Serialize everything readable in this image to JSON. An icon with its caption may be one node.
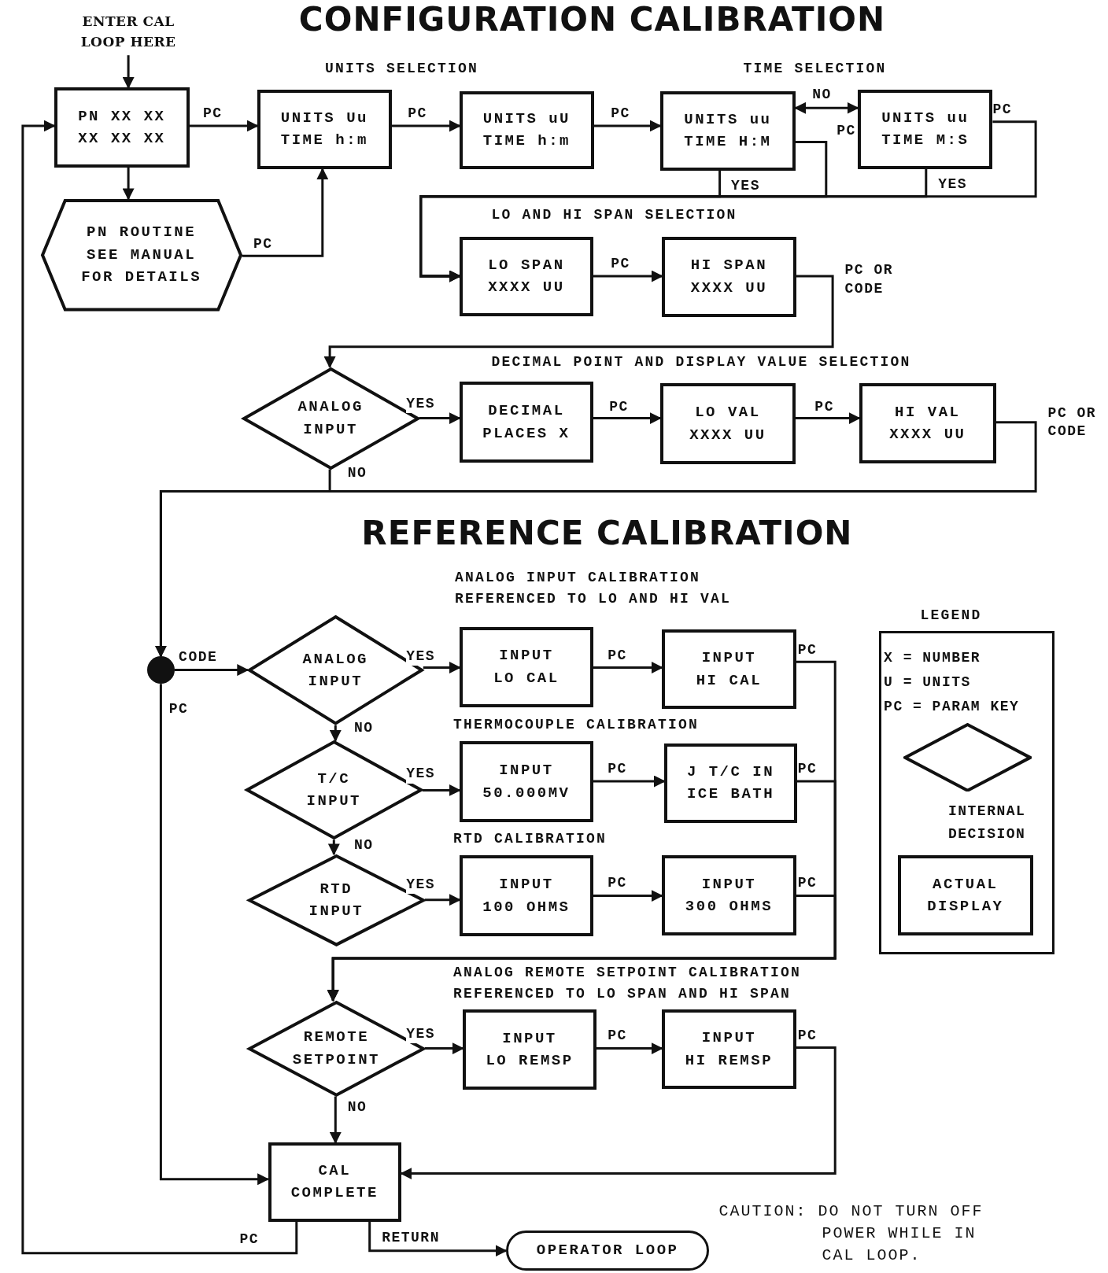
{
  "diagram": {
    "title": "CONFIGURATION CALIBRATION",
    "nodes": [
      {
        "text": [
          "ENTER CAL LOOP HERE"
        ]
      },
      {
        "text": [
          "PN XX XX XX XX XX"
        ]
      },
      {
        "text": [
          "PN ROUTINE SEE MANUAL FOR DETAILS"
        ]
      },
      {
        "text": [
          "UNITS Uu TIME h:m"
        ]
      },
      {
        "text": [
          "UNITS uU TIME h:m"
        ]
      },
      {
        "text": [
          "UNITS uu TIME H:M"
        ]
      },
      {
        "text": [
          "UNITS uu TIME M:S"
        ]
      },
      {
        "text": [
          "LO SPAN XXXX UU"
        ]
      },
      {
        "text": [
          "HI SPAN XXXX UU"
        ]
      },
      {
        "text": [
          "ANALOG INPUT"
        ]
      },
      {
        "text": [
          "DECIMAL PLACES X"
        ]
      },
      {
        "text": [
          "LO VAL XXXX UU"
        ]
      },
      {
        "text": [
          "HI VAL XXXX UU"
        ]
      },
      {
        "text": [],
        "shape": "circle"
      },
      {
        "text": [
          "ANALOG INPUT"
        ]
      },
      {
        "text": [
          "INPUT LO CAL"
        ]
      },
      {
        "text": [
          "INPUT HI CAL"
        ]
      },
      {
        "text": [
          "T/C INPUT"
        ]
      },
      {
        "text": [
          "INPUT 50.000MV"
        ]
      },
      {
        "text": [
          "J T/C IN ICE BATH"
        ]
      },
      {
        "text": [
          "RTD INPUT"
        ]
      },
      {
        "text": [
          "INPUT 100 OHMS"
        ]
      },
      {
        "text": [
          "INPUT 300 OHMS"
        ]
      },
      {
        "text": [
          "REMOTE SETPOINT"
        ]
      },
      {
        "text": [
          "INPUT LO REMSP"
        ]
      },
      {
        "text": [
          "INPUT HI REMSP"
        ]
      },
      {
        "text": [
          "CAL COMPLETE"
        ]
      },
      {
        "text": [
          "OPERATOR LOOP"
        ]
      }
    ],
    "edges": [
      {
        "from": 0,
        "to": 1,
        "arrow": "to"
      },
      {
        "from": 1,
        "to": 3,
        "arrow": "to",
        "label": "PC"
      },
      {
        "from": 1,
        "to": 2,
        "arrow": "to"
      },
      {
        "from": 2,
        "to": 3,
        "arrow": "to",
        "label": "PC"
      },
      {
        "from": 3,
        "to": 4,
        "arrow": "to",
        "label": "PC"
      },
      {
        "from": 4,
        "to": 5,
        "arrow": "to",
        "label": "PC"
      },
      {
        "from": 5,
        "to": 6,
        "arrow": "both",
        "label": "NO"
      },
      {
        "from": 5,
        "to": 7,
        "arrow": "to",
        "label": "PC"
      },
      {
        "from": 5,
        "to": 7,
        "arrow": "to",
        "label": "YES"
      },
      {
        "from": 6,
        "to": 7,
        "arrow": "to",
        "label": "YES"
      },
      {
        "from": 6,
        "to": 7,
        "arrow": "to",
        "label": "PC"
      },
      {
        "from": 7,
        "to": 8,
        "arrow": "to",
        "label": "PC"
      },
      {
        "from": 8,
        "to": 9,
        "arrow": "to",
        "label": "PC OR CODE"
      },
      {
        "from": 9,
        "to": 10,
        "arrow": "to",
        "label": "YES"
      },
      {
        "from": 10,
        "to": 11,
        "arrow": "to",
        "label": "PC"
      },
      {
        "from": 11,
        "to": 12,
        "arrow": "to",
        "label": "PC"
      },
      {
        "from": 12,
        "to": 13,
        "arrow": "to",
        "label": "PC OR CODE"
      },
      {
        "from": 9,
        "to": 13,
        "arrow": "to",
        "label": "NO"
      },
      {
        "from": 13,
        "to": 14,
        "arrow": "to",
        "label": "CODE"
      },
      {
        "from": 13,
        "to": 26,
        "arrow": "to",
        "label": "PC"
      },
      {
        "from": 14,
        "to": 15,
        "arrow": "to",
        "label": "YES"
      },
      {
        "from": 15,
        "to": 16,
        "arrow": "to",
        "label": "PC"
      },
      {
        "from": 16,
        "to": 23,
        "arrow": "to",
        "label": "PC"
      },
      {
        "from": 14,
        "to": 17,
        "arrow": "to",
        "label": "NO"
      },
      {
        "from": 17,
        "to": 18,
        "arrow": "to",
        "label": "YES"
      },
      {
        "from": 18,
        "to": 19,
        "arrow": "to",
        "label": "PC"
      },
      {
        "from": 19,
        "to": 23,
        "arrow": "to",
        "label": "PC"
      },
      {
        "from": 17,
        "to": 20,
        "arrow": "to",
        "label": "NO"
      },
      {
        "from": 20,
        "to": 21,
        "arrow": "to",
        "label": "YES"
      },
      {
        "from": 21,
        "to": 22,
        "arrow": "to",
        "label": "PC"
      },
      {
        "from": 22,
        "to": 23,
        "arrow": "to",
        "label": "PC"
      },
      {
        "from": 23,
        "to": 24,
        "arrow": "to",
        "label": "YES"
      },
      {
        "from": 24,
        "to": 25,
        "arrow": "to",
        "label": "PC"
      },
      {
        "from": 25,
        "to": 26,
        "arrow": "to",
        "label": "PC"
      },
      {
        "from": 23,
        "to": 26,
        "arrow": "to",
        "label": "NO"
      },
      {
        "from": 26,
        "to": 1,
        "arrow": "to",
        "label": "PC"
      },
      {
        "from": 26,
        "to": 27,
        "arrow": "to",
        "label": "RETURN"
      }
    ],
    "labels": [
      "UNITS SELECTION",
      "TIME SELECTION",
      "LO AND HI SPAN SELECTION",
      "DECIMAL POINT AND DISPLAY VALUE SELECTION",
      "REFERENCE CALIBRATION",
      "ANALOG INPUT CALIBRATION REFERENCED TO LO AND HI VAL",
      "THERMOCOUPLE CALIBRATION",
      "RTD CALIBRATION",
      "ANALOG REMOTE SETPOINT CALIBRATION REFERENCED TO LO SPAN AND HI SPAN",
      "LEGEND",
      "X = NUMBER",
      "U = UNITS",
      "PC = PARAM KEY",
      "CAUTION: DO NOT TURN OFF POWER WHILE IN CAL LOOP."
    ],
    "legend": [
      {
        "text": "INTERNAL DECISION"
      },
      {
        "text": "ACTUAL DISPLAY"
      }
    ]
  }
}
